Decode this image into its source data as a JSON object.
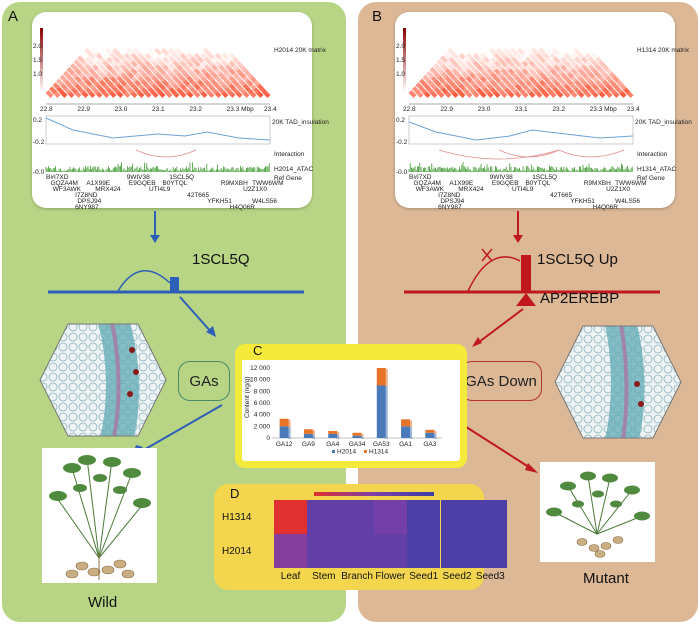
{
  "panel_a": {
    "letter": "A",
    "track_matrix_label": "H2014 20K matrix",
    "track_insulation_label": "20K TAD_insulation",
    "track_interaction_label": "Interaction",
    "track_atac_label": "H2014_ATAC",
    "track_refgene_label": "Ref Gene",
    "y_ticks_matrix": [
      "2.0",
      "1.5",
      "1.0"
    ],
    "x_ticks": [
      "22.8",
      "22.9",
      "23.0",
      "23.1",
      "23.2",
      "23.3 Mbp",
      "23.4"
    ],
    "y_ticks_insulation": [
      "0.2",
      "-0.2"
    ],
    "y_ticks_atac": [
      "-0.0"
    ],
    "genes": [
      "B#I7XD",
      "9WIV38",
      "GQZA4M",
      "A1X99E",
      "WF3AWK",
      "MRX424",
      "I7Z8ND",
      "DPSJ94",
      "6NY987",
      "E9GQEB",
      "1SCL5Q",
      "UTI4L9",
      "B0YTQL",
      "R9MXBH",
      "42T665",
      "YFKH51",
      "TWW6WM",
      "U2Z1X0",
      "W4LS56",
      "H4Q06R"
    ],
    "gene_name": "1SCL5Q",
    "box_label": "GAs",
    "bottom_label": "Wild"
  },
  "panel_b": {
    "letter": "B",
    "track_matrix_label": "H1314 20K matrix",
    "track_insulation_label": "20K TAD_insulation",
    "track_interaction_label": "Interaction",
    "track_atac_label": "H1314_ATAC",
    "track_refgene_label": "Ref Gene",
    "y_ticks_matrix": [
      "2.0",
      "1.5",
      "1.0"
    ],
    "x_ticks": [
      "22.8",
      "22.9",
      "23.0",
      "23.1",
      "23.2",
      "23.3 Mbp",
      "23.4"
    ],
    "y_ticks_insulation": [
      "0.2",
      "-0.2"
    ],
    "y_ticks_atac": [
      "-0.0"
    ],
    "genes": [
      "B#I7XD",
      "9WIV38",
      "GQZA4M",
      "A1X99E",
      "WF3AWK",
      "MRX424",
      "I7Z8ND",
      "DPSJ94",
      "6NY987",
      "E9GQEB",
      "1SCL5Q",
      "UTI4L9",
      "B0YTQL",
      "R9MXBH",
      "42T665",
      "YFKH51",
      "TWW6WM",
      "U2Z1X0",
      "W4LS56",
      "H4Q06R"
    ],
    "gene_name": "1SCL5Q Up",
    "tf_name": "AP2EREBP",
    "box_label": "GAs Down",
    "bottom_label": "Mutant"
  },
  "colors": {
    "panel_a_bg": "#b8d585",
    "panel_b_bg": "#dcb896",
    "blue": "#2e5fb8",
    "red": "#c0181c",
    "orange": "#e8742a",
    "steel": "#4a7ab7"
  },
  "panel_c": {
    "letter": "C",
    "chart_data": {
      "type": "bar",
      "title": "",
      "ylabel": "Content (ng/g)",
      "xlabel": "",
      "ylim": [
        0,
        12000
      ],
      "y_ticks": [
        "0",
        "2 000",
        "4 000",
        "6 000",
        "8 000",
        "10 000",
        "12 000"
      ],
      "categories": [
        "GA12",
        "GA9",
        "GA4",
        "GA34",
        "GA53",
        "GA1",
        "GA3"
      ],
      "series": [
        {
          "name": "H2014",
          "color": "#4a7ab7",
          "values": [
            2000,
            700,
            700,
            400,
            9000,
            2000,
            900
          ]
        },
        {
          "name": "H1314",
          "color": "#e8742a",
          "values": [
            1300,
            800,
            500,
            500,
            3000,
            1200,
            500
          ]
        }
      ],
      "stacked": true,
      "legend": [
        "H2014",
        "H1314"
      ]
    }
  },
  "panel_d": {
    "letter": "D",
    "chart_data": {
      "type": "heatmap",
      "rows": [
        "H1314",
        "H2014"
      ],
      "columns": [
        "Leaf",
        "Stem",
        "Branch",
        "Flower",
        "Seed1",
        "Seed2",
        "Seed3"
      ],
      "values": [
        [
          1.0,
          0.3,
          0.3,
          0.45,
          0.15,
          0.15,
          0.15
        ],
        [
          0.55,
          0.3,
          0.3,
          0.3,
          0.15,
          0.15,
          0.15
        ]
      ],
      "color_scale": [
        "#3a3fa6",
        "#7c3fa8",
        "#e03030"
      ]
    }
  }
}
